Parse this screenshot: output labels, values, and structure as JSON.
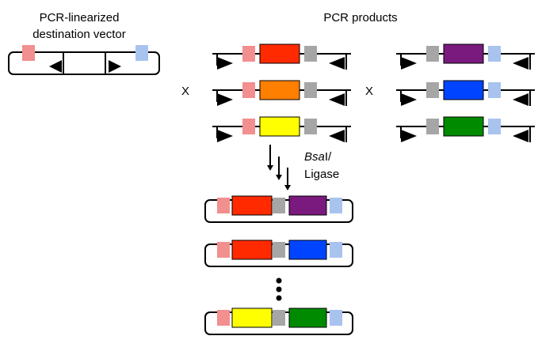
{
  "labels": {
    "vector_line1": "PCR-linearized",
    "vector_line2": "destination vector",
    "pcr_products": "PCR products",
    "cross_left": "X",
    "cross_right": "X",
    "enzyme_italic": "Bsa",
    "enzyme_suffix": "I/",
    "ligase": "Ligase"
  },
  "colors": {
    "overhang_left": "#f28f8f",
    "overhang_middle": "#a6a6a6",
    "overhang_right": "#a9c3ef",
    "insert_red": "#ff2a00",
    "insert_orange": "#ff7f00",
    "insert_yellow": "#ffff00",
    "insert_purple": "#7a1a7f",
    "insert_blue": "#0044ff",
    "insert_green": "#008a00",
    "line": "#000000"
  },
  "parts": {
    "column_a": [
      "insert_red",
      "insert_orange",
      "insert_yellow"
    ],
    "column_b": [
      "insert_purple",
      "insert_blue",
      "insert_green"
    ]
  },
  "products": [
    [
      "insert_red",
      "insert_purple"
    ],
    [
      "insert_red",
      "insert_blue"
    ],
    [
      "insert_yellow",
      "insert_green"
    ]
  ]
}
